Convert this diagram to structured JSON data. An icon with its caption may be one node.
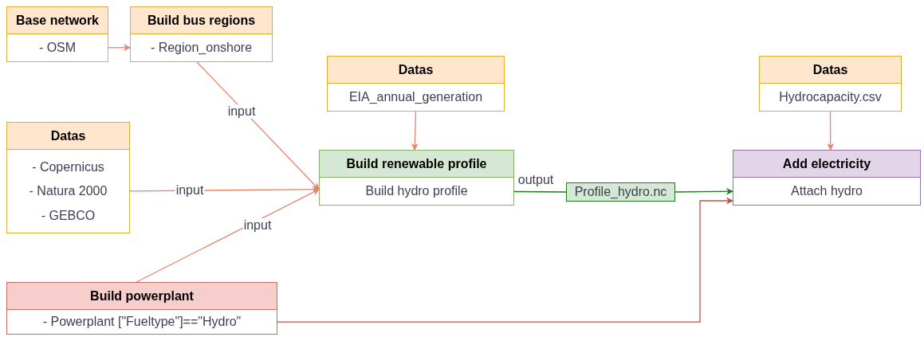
{
  "diagram": {
    "nodes": [
      {
        "text": [
          "Base network",
          "- OSM"
        ]
      },
      {
        "text": [
          "Build bus regions",
          "- Region_onshore"
        ]
      },
      {
        "text": [
          "Datas",
          "EIA_annual_generation"
        ]
      },
      {
        "text": [
          "Datas",
          "Hydrocapacity.csv"
        ]
      },
      {
        "text": [
          "Datas",
          "- Copernicus",
          "- Natura 2000",
          "- GEBCO"
        ]
      },
      {
        "text": [
          "Build renewable profile",
          "Build hydro profile"
        ]
      },
      {
        "text": [
          "Profile_hydro.nc"
        ]
      },
      {
        "text": [
          "Add electricity",
          "Attach hydro"
        ]
      },
      {
        "text": [
          "Build powerplant",
          "- Powerplant [\"Fueltype\"]==\"Hydro\""
        ]
      }
    ],
    "edges": [
      {
        "from": 0,
        "to": 1,
        "arrow": "to"
      },
      {
        "from": 1,
        "to": 5,
        "arrow": "to",
        "label": "input"
      },
      {
        "from": 4,
        "to": 5,
        "arrow": "to",
        "label": "input"
      },
      {
        "from": 8,
        "to": 5,
        "arrow": "to",
        "label": "input"
      },
      {
        "from": 2,
        "to": 5,
        "arrow": "to"
      },
      {
        "from": 5,
        "to": 6,
        "arrow": "none",
        "label": "output",
        "color": "#1f7a1f"
      },
      {
        "from": 6,
        "to": 7,
        "arrow": "to",
        "color": "#1f7a1f"
      },
      {
        "from": 3,
        "to": 7,
        "arrow": "to"
      },
      {
        "from": 8,
        "to": 7,
        "arrow": "to",
        "color": "#c0504d"
      }
    ]
  }
}
